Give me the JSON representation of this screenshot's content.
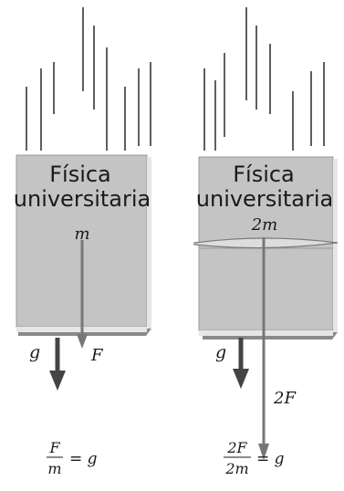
{
  "left_book": {
    "title_line1": "Física",
    "title_line2": "universitaria",
    "mass_label": "m",
    "gravity_label": "g",
    "force_label": "F",
    "equation": {
      "numerator": "F",
      "denominator": "m",
      "rhs": "= g"
    }
  },
  "right_book": {
    "title_line1": "Física",
    "title_line2": "universitaria",
    "mass_label": "2m",
    "gravity_label": "g",
    "force_label": "2F",
    "equation": {
      "numerator": "2F",
      "denominator": "2m",
      "rhs": "= g"
    }
  },
  "colors": {
    "book_cover": "#c4c4c4",
    "book_edge": "#8a8a8a",
    "book_pages": "#e6e6e6",
    "force_arrow": "#777777",
    "gravity_arrow": "#444444",
    "rubber_band": "#dddddd"
  }
}
